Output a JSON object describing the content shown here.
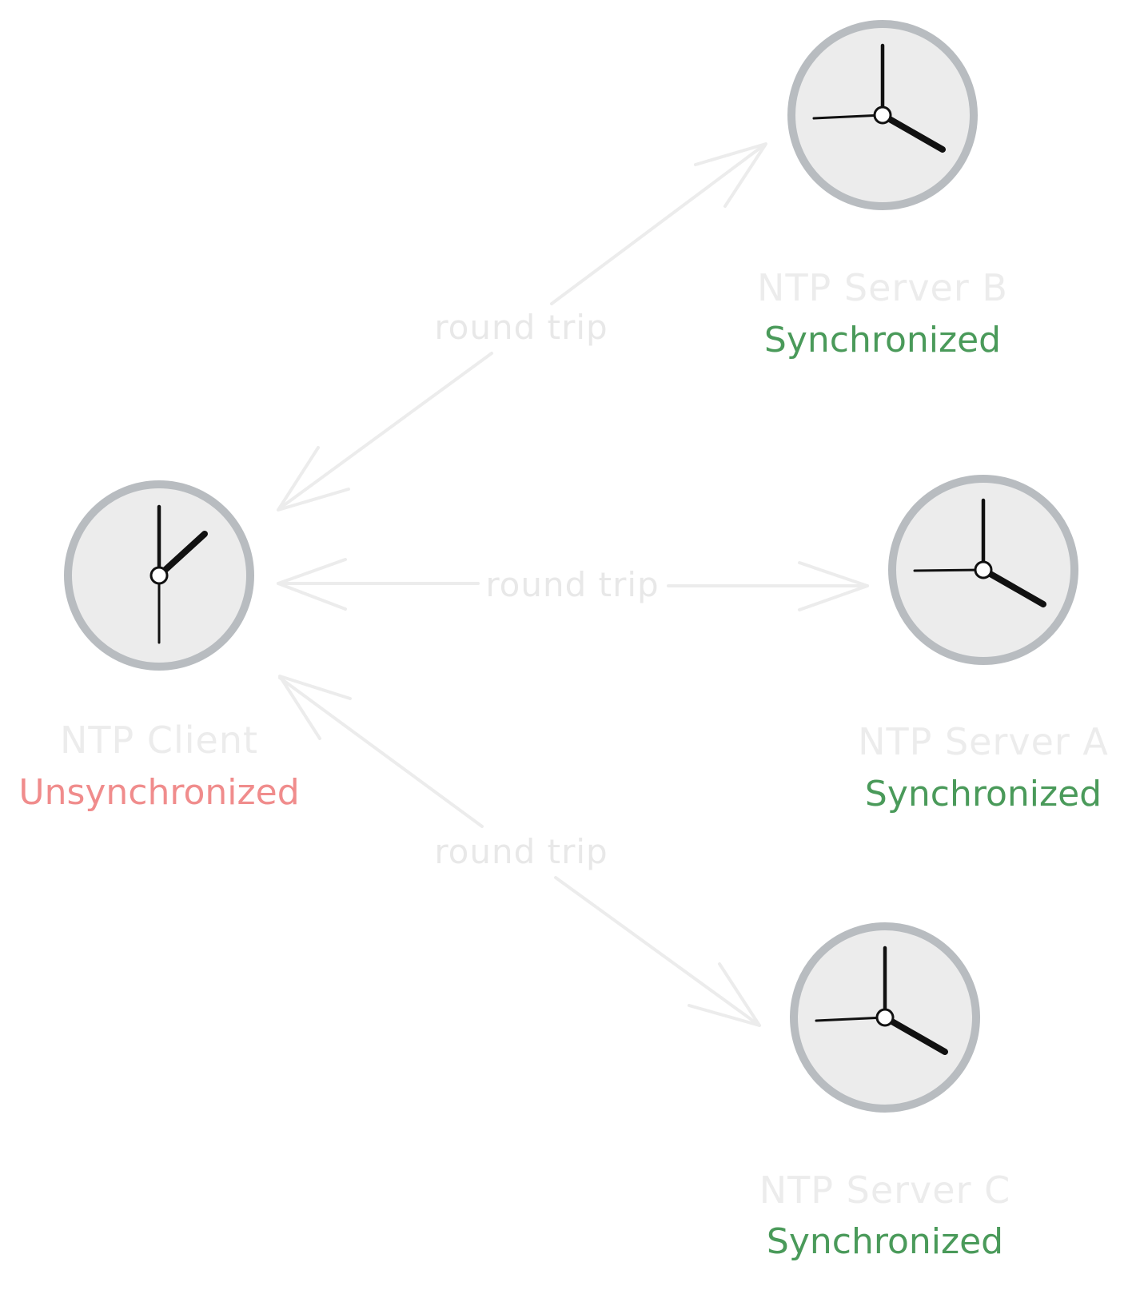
{
  "nodes": {
    "client": {
      "name": "NTP Client",
      "status": "Unsynchronized",
      "status_color": "#f08c8c"
    },
    "server_b": {
      "name": "NTP Server B",
      "status": "Synchronized",
      "status_color": "#4a9a5a"
    },
    "server_a": {
      "name": "NTP Server A",
      "status": "Synchronized",
      "status_color": "#4a9a5a"
    },
    "server_c": {
      "name": "NTP Server C",
      "status": "Synchronized",
      "status_color": "#4a9a5a"
    }
  },
  "edges": {
    "to_b": {
      "label": "round trip"
    },
    "to_a": {
      "label": "round trip"
    },
    "to_c": {
      "label": "round trip"
    }
  }
}
